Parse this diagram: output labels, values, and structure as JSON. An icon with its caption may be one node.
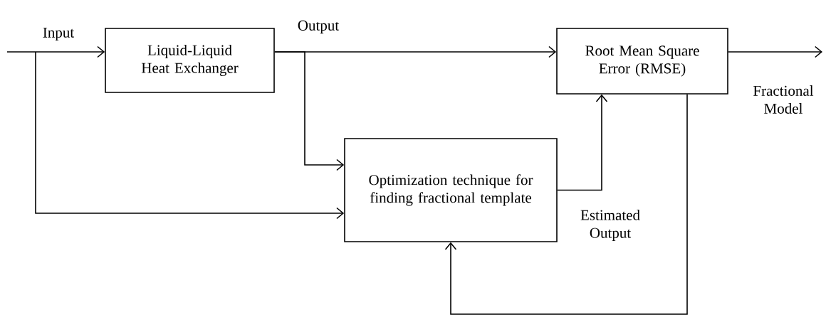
{
  "diagram": {
    "nodes": [
      {
        "text": [
          "Liquid-Liquid Heat Exchanger"
        ]
      },
      {
        "text": [
          "Root Mean Square Error (RMSE)"
        ]
      },
      {
        "text": [
          "Optimization technique for finding fractional template"
        ]
      }
    ],
    "edges": [
      {
        "from": null,
        "to": 0,
        "arrow": "to",
        "label": "Input"
      },
      {
        "from": null,
        "to": 2,
        "arrow": "to"
      },
      {
        "from": 0,
        "to": 1,
        "arrow": "to",
        "label": "Output"
      },
      {
        "from": 0,
        "to": 2,
        "arrow": "to"
      },
      {
        "from": 2,
        "to": 1,
        "arrow": "to",
        "label": "Estimated Output"
      },
      {
        "from": 1,
        "to": null,
        "arrow": "to",
        "label": "Fractional Model"
      },
      {
        "from": 1,
        "to": 2,
        "arrow": "to"
      }
    ]
  }
}
